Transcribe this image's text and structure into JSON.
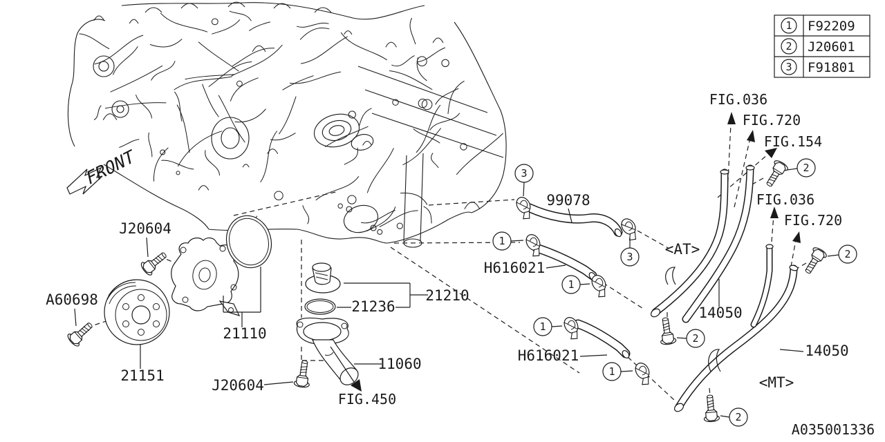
{
  "colors": {
    "ink": "#1a1a1a",
    "background": "#ffffff"
  },
  "legend": {
    "rows": [
      {
        "num": "1",
        "code": "F92209"
      },
      {
        "num": "2",
        "code": "J20601"
      },
      {
        "num": "3",
        "code": "F91801"
      }
    ]
  },
  "labels": {
    "front": "FRONT",
    "fig_036": "FIG.036",
    "fig_720": "FIG.720",
    "fig_154": "FIG.154",
    "fig_450": "FIG.450",
    "at": "<AT>",
    "mt": "<MT>",
    "hose_99078": "99078",
    "hose_h616021": "H616021",
    "thermostat_21210": "21210",
    "gasket_21236": "21236",
    "outlet_11060": "11060",
    "pump_21110": "21110",
    "pulley_21151": "21151",
    "bolt_a60698": "A60698",
    "bolt_j20604": "J20604",
    "pipe_14050": "14050",
    "diagram_id": "A035001336",
    "callout_1": "1",
    "callout_2": "2",
    "callout_3": "3"
  }
}
